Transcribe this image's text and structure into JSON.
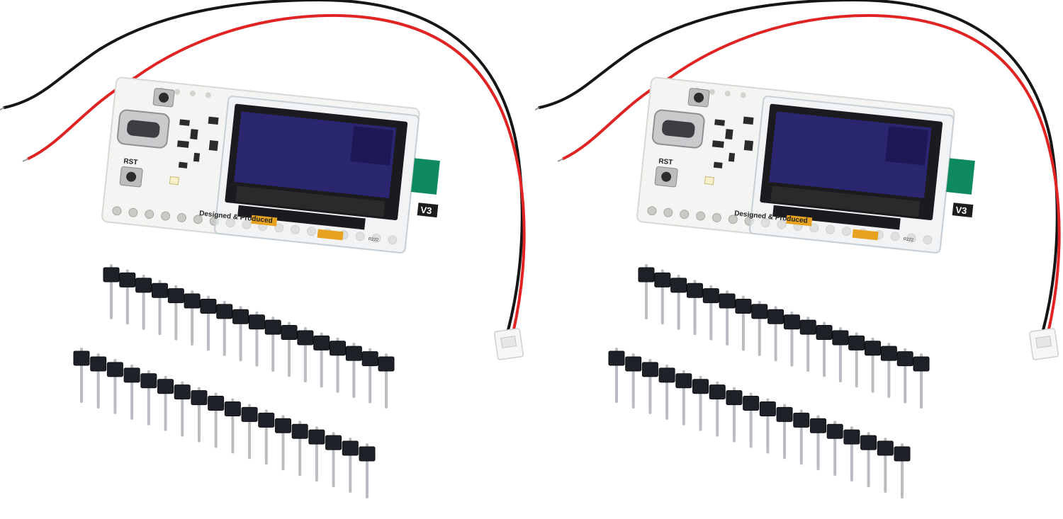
{
  "image": {
    "background": "#ffffff"
  },
  "colors": {
    "board": "#f4f4f2",
    "oled_screen": "#2a2670",
    "oled_frame": "#1b1b1f",
    "wire_red": "#e02424",
    "wire_black": "#161616",
    "antenna_tab": "#0f8a5f",
    "header_plastic": "#1e2228",
    "pin_metal": "#b9bcc0",
    "kapton": "#e7a21f"
  },
  "kits": [
    {
      "board_text": "Designed & Produced",
      "version_label": "V3",
      "button_label": "RST",
      "tiny_label": "R222"
    },
    {
      "board_text": "Designed & Produced",
      "version_label": "V3",
      "button_label": "RST",
      "tiny_label": "R222"
    }
  ]
}
